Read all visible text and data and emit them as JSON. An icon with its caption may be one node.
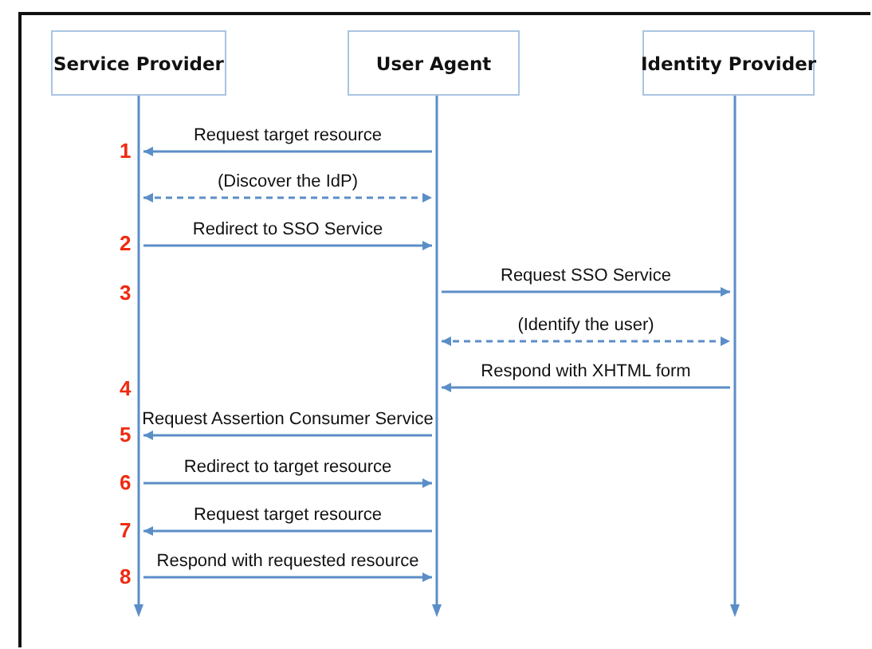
{
  "diagram": {
    "nodes": [
      {
        "text": [
          "Service Provider"
        ]
      },
      {
        "text": [
          "User Agent"
        ]
      },
      {
        "text": [
          "Identity Provider"
        ]
      },
      {
        "text": [],
        "shape": "line"
      },
      {
        "text": [],
        "shape": "line"
      },
      {
        "text": [],
        "shape": "line"
      }
    ],
    "edges": [
      {
        "from": 4,
        "to": 3,
        "arrow": "to",
        "label": "Request target resource"
      },
      {
        "from": 3,
        "to": 4,
        "arrow": "both",
        "style": "dashed",
        "label": "(Discover the IdP)"
      },
      {
        "from": 3,
        "to": 4,
        "arrow": "to",
        "label": "Redirect to SSO Service"
      },
      {
        "from": 4,
        "to": 5,
        "arrow": "to",
        "label": "Request SSO Service"
      },
      {
        "from": 4,
        "to": 5,
        "arrow": "both",
        "style": "dashed",
        "label": "(Identify the user)"
      },
      {
        "from": 5,
        "to": 4,
        "arrow": "to",
        "label": "Respond with XHTML form"
      },
      {
        "from": 4,
        "to": 3,
        "arrow": "to",
        "label": "Request Assertion Consumer Service"
      },
      {
        "from": 3,
        "to": 4,
        "arrow": "to",
        "label": "Redirect to target resource"
      },
      {
        "from": 4,
        "to": 3,
        "arrow": "to",
        "label": "Request target resource"
      },
      {
        "from": 3,
        "to": 4,
        "arrow": "to",
        "label": "Respond with requested resource"
      }
    ],
    "labels": [
      "1",
      "2",
      "3",
      "4",
      "5",
      "6",
      "7",
      "8"
    ]
  }
}
